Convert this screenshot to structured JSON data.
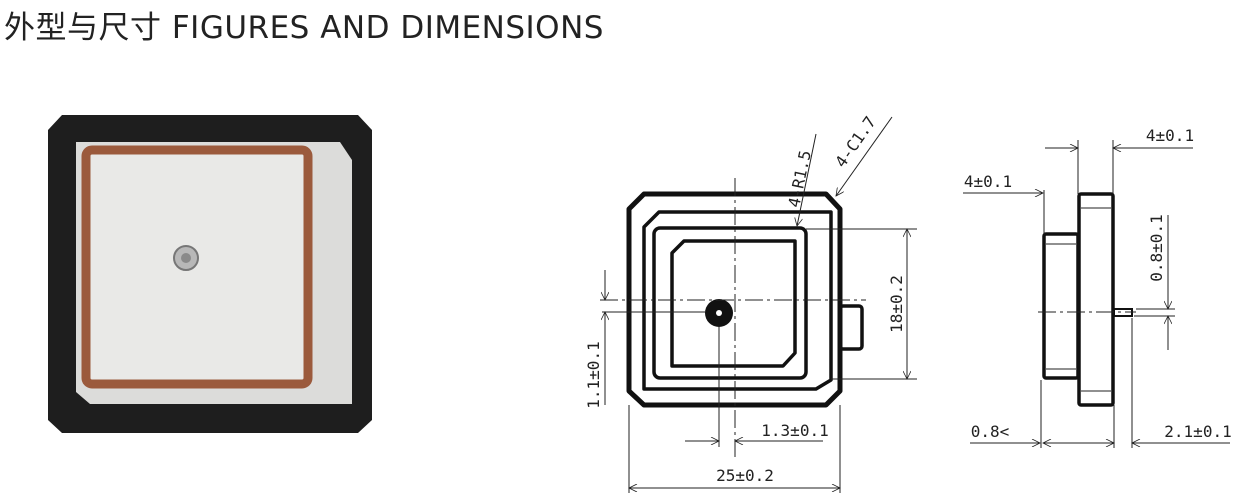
{
  "title": "外型与尺寸 FIGURES AND DIMENSIONS",
  "front_view": {
    "radius_label": "4-R1.5",
    "chamfer_label": "4-C1.7",
    "height_label": "18±0.2",
    "offset_y_label": "1.1±0.1",
    "offset_x_label": "1.3±0.1",
    "width_label": "25±0.2"
  },
  "side_view": {
    "plate_thickness_label": "4±0.1",
    "patch_thickness_label": "4±0.1",
    "pin_diameter_label": "0.8±0.1",
    "gap_label": "0.8<",
    "pin_length_label": "2.1±0.1"
  },
  "colors": {
    "copper": "#9b5a3c",
    "base": "#1e1e1e",
    "ceramic": "#e9e9e7"
  }
}
